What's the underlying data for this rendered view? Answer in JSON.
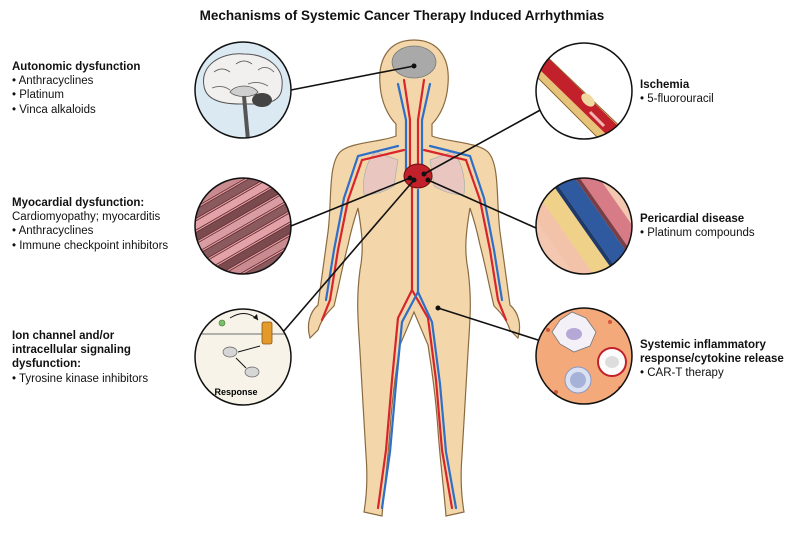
{
  "title": "Mechanisms of Systemic Cancer Therapy Induced Arrhythmias",
  "mechanisms": {
    "autonomic": {
      "heading": "Autonomic dysfunction",
      "items": [
        "• Anthracyclines",
        "• Platinum",
        "• Vinca alkaloids"
      ]
    },
    "myocardial": {
      "heading": "Myocardial dysfunction:",
      "subheading": "Cardiomyopathy; myocarditis",
      "items": [
        "• Anthracyclines",
        "• Immune checkpoint inhibitors"
      ]
    },
    "ion_channel": {
      "heading_lines": [
        "Ion channel and/or",
        "intracellular signaling",
        "dysfunction:"
      ],
      "items": [
        "• Tyrosine kinase inhibitors"
      ]
    },
    "ischemia": {
      "heading": "Ischemia",
      "items": [
        "• 5-fluorouracil"
      ]
    },
    "pericardial": {
      "heading": "Pericardial disease",
      "items": [
        "• Platinum compounds"
      ]
    },
    "inflammatory": {
      "heading_lines": [
        "Systemic inflammatory",
        "response/cytokine release"
      ],
      "items": [
        "• CAR-T therapy"
      ]
    }
  },
  "signaling_inset": {
    "label": "Response"
  },
  "colors": {
    "artery": "#d8252b",
    "vein": "#2f6fc7",
    "skin": "#f3d7aa",
    "outline": "#8a6a40"
  }
}
